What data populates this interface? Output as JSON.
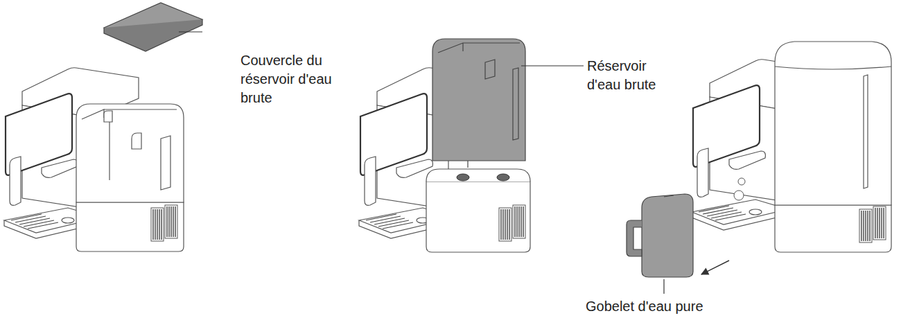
{
  "diagram": {
    "labels": [
      "Couvercle du réservoir d'eau brute",
      "Réservoir d'eau brute",
      "Gobelet d'eau pure"
    ]
  }
}
